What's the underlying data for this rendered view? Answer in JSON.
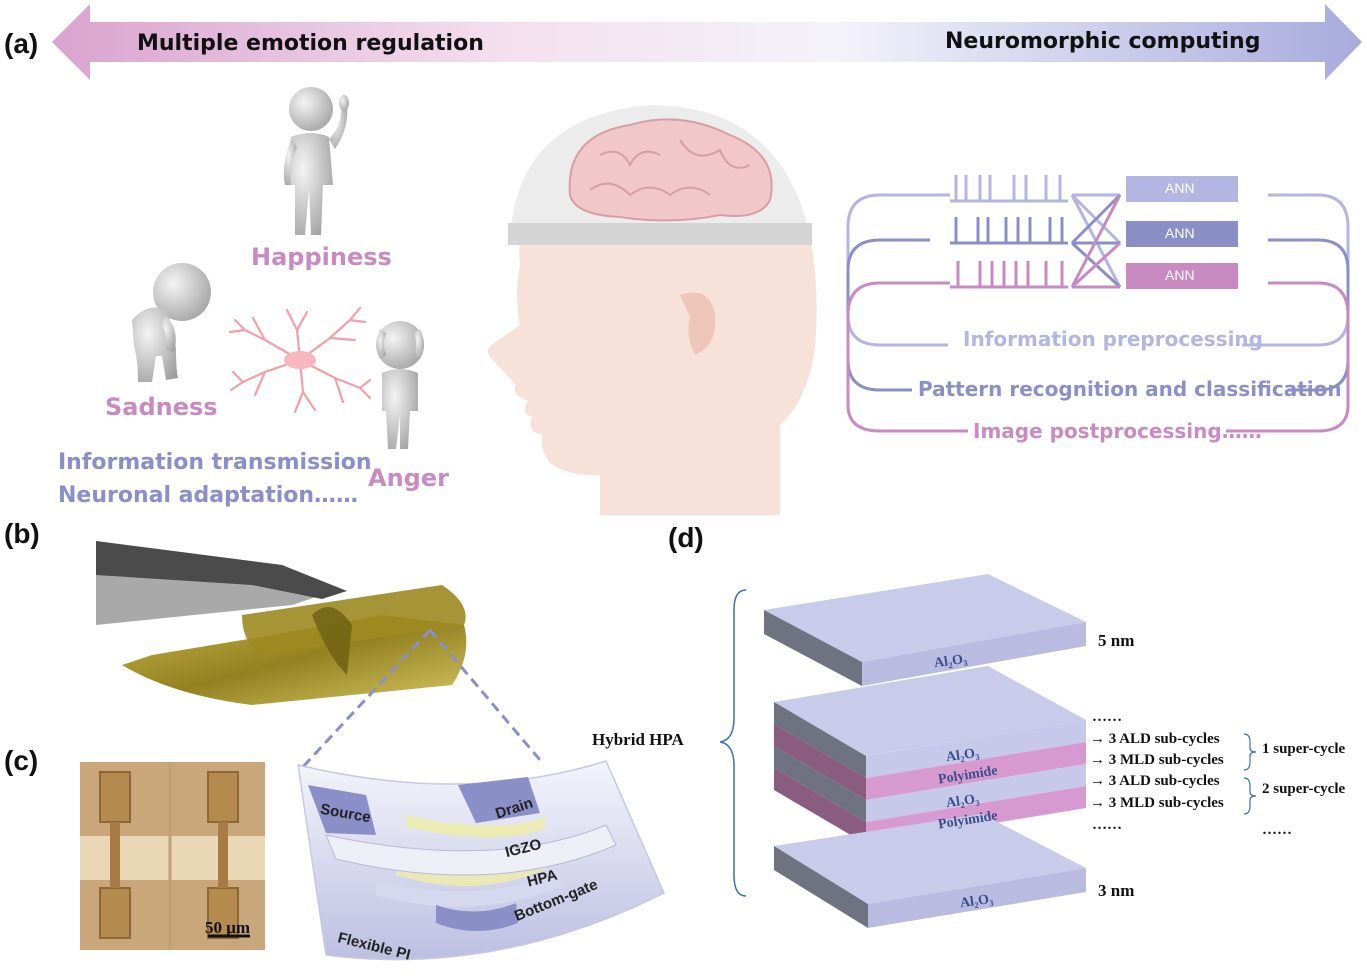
{
  "panels": {
    "a": "(a)",
    "b": "(b)",
    "c": "(c)",
    "d": "(d)"
  },
  "top_arrow": {
    "left_text": "Multiple emotion regulation",
    "right_text": "Neuromorphic computing"
  },
  "emotions": {
    "happiness": "Happiness",
    "sadness": "Sadness",
    "anger": "Anger"
  },
  "neuron_text": {
    "line1": "Information transmission",
    "line2": "Neuronal adaptation……"
  },
  "network": {
    "ann_labels": [
      "ANN",
      "ANN",
      "ANN"
    ],
    "tasks": [
      "Information preprocessing",
      "Pattern recognition and classification",
      "Image postprocessing……"
    ],
    "colors": [
      "#b3b6e0",
      "#8b8fc8",
      "#c98ac2"
    ]
  },
  "microscope": {
    "scale_bar": "50 μm"
  },
  "device": {
    "source": "Source",
    "drain": "Drain",
    "igzo": "IGZO",
    "hpa": "HPA",
    "bottom_gate": "Bottom-gate",
    "substrate": "Flexible PI"
  },
  "stack": {
    "label": "Hybrid HPA",
    "top_thickness": "5 nm",
    "bottom_thickness": "3 nm",
    "al2o3": "Al₂O₃",
    "polyimide": "Polyimide",
    "dots_top": "……",
    "dots_bottom": "……",
    "dots_right": "……",
    "sub_cycles": [
      "→ 3 ALD sub-cycles",
      "→ 3 MLD sub-cycles",
      "→ 3 ALD sub-cycles",
      "→ 3 MLD sub-cycles"
    ],
    "super_cycles": [
      "1 super-cycle",
      "2 super-cycle"
    ]
  }
}
